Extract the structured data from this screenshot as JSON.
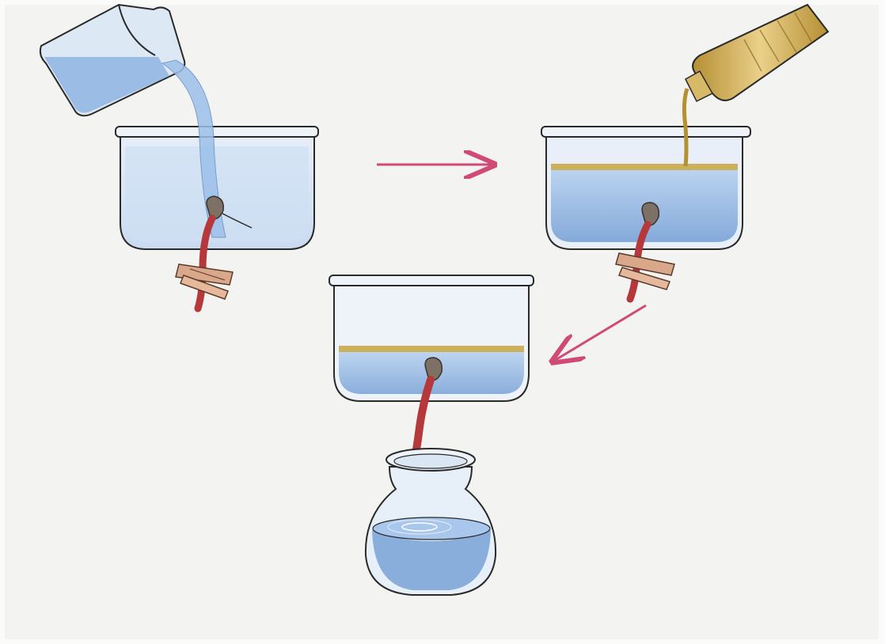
{
  "illustration": {
    "steps": [
      {
        "id": "step-1",
        "action": "pour-water",
        "vessel": "bowl-with-clamped-tube"
      },
      {
        "id": "step-2",
        "action": "pour-oil",
        "vessel": "bowl-with-clamped-tube"
      },
      {
        "id": "step-3",
        "action": "release-clamp-drain-water",
        "vessel": "bowl-draining-into-jar"
      }
    ],
    "arrows": [
      {
        "id": "arrow-1-to-2",
        "from": "step-1",
        "to": "step-2"
      },
      {
        "id": "arrow-2-to-3",
        "from": "step-2",
        "to": "step-3"
      }
    ],
    "colors": {
      "paper": "#f4f4f2",
      "water": "#8fb4e0",
      "water_light": "#cfe0f4",
      "oil": "#c9a84a",
      "oil_bottle": "#d8b968",
      "tube": "#b5383a",
      "plug": "#7d7064",
      "clamp": "#d9a78a",
      "arrow": "#d04a78",
      "outline": "#2a2a2a"
    }
  }
}
